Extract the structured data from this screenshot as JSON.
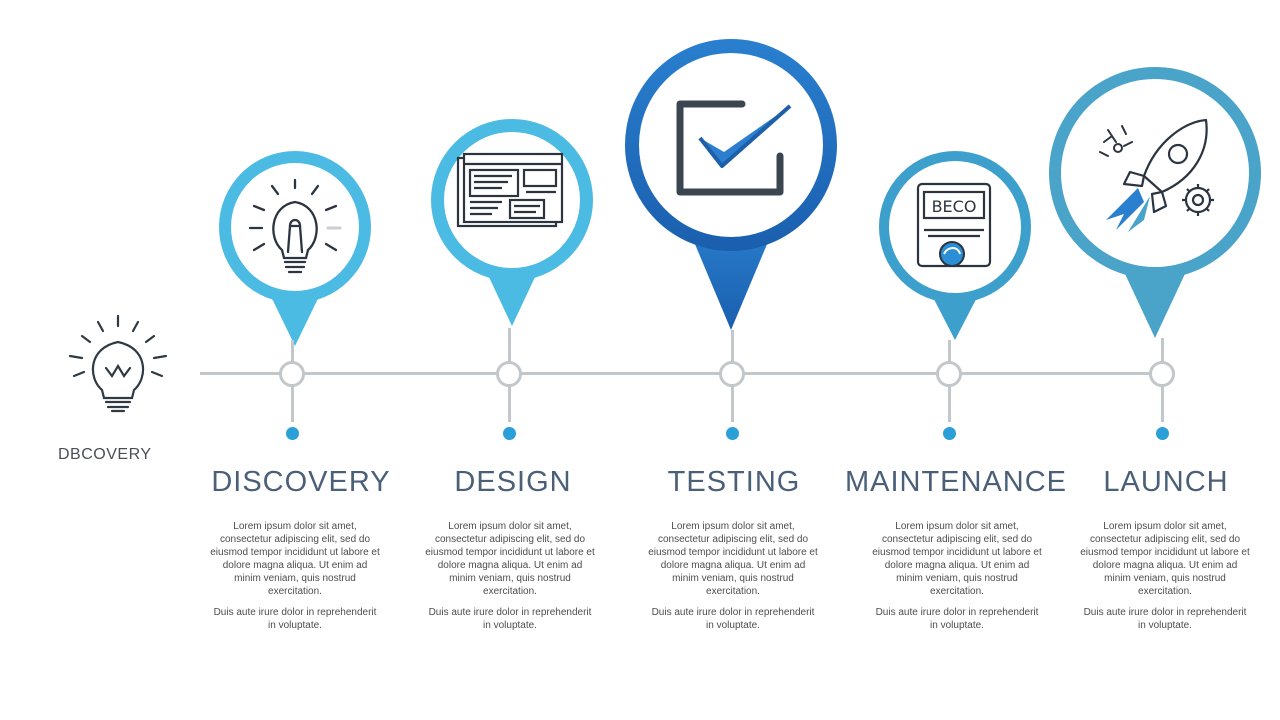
{
  "side": {
    "label": "DBCOVERY",
    "icon": "lightbulb-icon"
  },
  "colors": {
    "light_blue": "#4cbbe3",
    "mid_blue": "#3aa3d1",
    "dark_blue": "#1f6fbf",
    "teal": "#4aa3c8",
    "line": "#c2c7cc",
    "text": "#4a5f78"
  },
  "stages": [
    {
      "title": "DISCOVERY",
      "icon": "lightbulb-icon",
      "description": "Lorem ipsum dolor sit amet, consectetur adipiscing elit, sed do eiusmod tempor incididunt ut labore et dolore magna aliqua. Ut enim ad minim veniam, quis nostrud exercitation.",
      "note": "Duis aute irure dolor in reprehenderit in voluptate."
    },
    {
      "title": "DESIGN",
      "icon": "layout-icon",
      "description": "Lorem ipsum dolor sit amet, consectetur adipiscing elit, sed do eiusmod tempor incididunt ut labore et dolore magna aliqua. Ut enim ad minim veniam, quis nostrud exercitation.",
      "note": "Duis aute irure dolor in reprehenderit in voluptate."
    },
    {
      "title": "TESTING",
      "icon": "checkbox-icon",
      "description": "Lorem ipsum dolor sit amet, consectetur adipiscing elit, sed do eiusmod tempor incididunt ut labore et dolore magna aliqua. Ut enim ad minim veniam, quis nostrud exercitation.",
      "note": "Duis aute irure dolor in reprehenderit in voluptate."
    },
    {
      "title": "MAINTENANCE",
      "icon": "device-icon",
      "device_text": "BECO",
      "description": "Lorem ipsum dolor sit amet, consectetur adipiscing elit, sed do eiusmod tempor incididunt ut labore et dolore magna aliqua. Ut enim ad minim veniam, quis nostrud exercitation.",
      "note": "Duis aute irure dolor in reprehenderit in voluptate."
    },
    {
      "title": "LAUNCH",
      "icon": "rocket-icon",
      "description": "Lorem ipsum dolor sit amet, consectetur adipiscing elit, sed do eiusmod tempor incididunt ut labore et dolore magna aliqua. Ut enim ad minim veniam, quis nostrud exercitation.",
      "note": "Duis aute irure dolor in reprehenderit in voluptate."
    }
  ]
}
